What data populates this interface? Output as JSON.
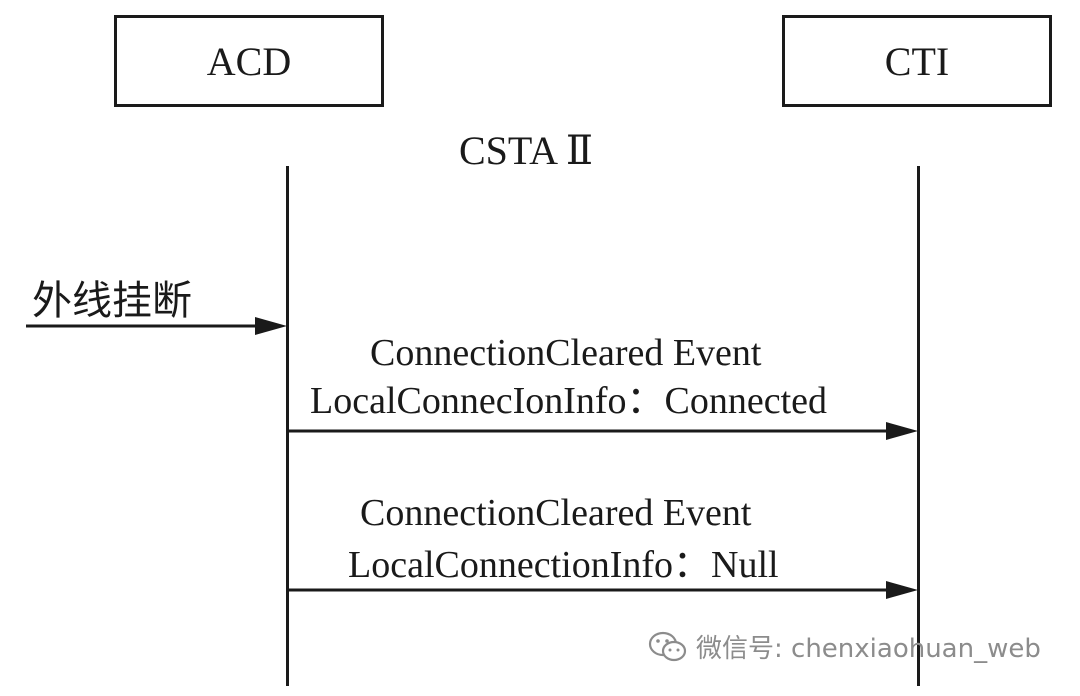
{
  "entities": {
    "left": "ACD",
    "right": "CTI"
  },
  "protocol": "CSTA Ⅱ",
  "trigger": "外线挂断",
  "messages": [
    {
      "line1": "ConnectionCleared Event",
      "line2": "LocalConnecIonInfo：Connected"
    },
    {
      "line1": "ConnectionCleared Event",
      "line2": "LocalConnectionInfo：Null"
    }
  ],
  "watermark": {
    "icon": "wechat-icon",
    "text": "微信号: chenxiaohuan_web"
  },
  "colors": {
    "line": "#1a1a1a",
    "watermark": "#8c8c8c"
  }
}
